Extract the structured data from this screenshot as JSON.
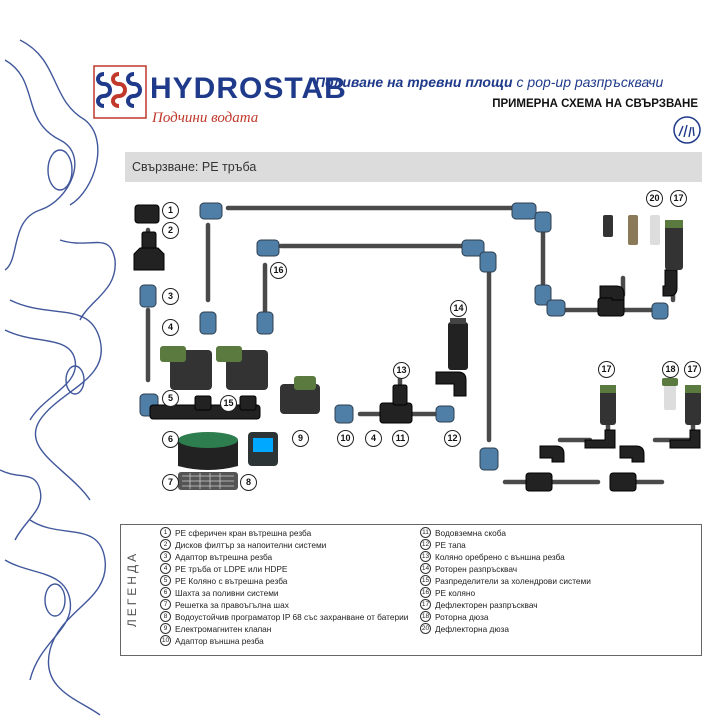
{
  "brand": {
    "name": "HYDROSTAB",
    "slogan": "Подчини водата"
  },
  "header": {
    "title_bold": "Поливане на тревни площи",
    "title_rest": " с pop-up разпръсквачи",
    "subtitle": "ПРИМЕРНА СХЕМА НА СВЪРЗВАНЕ"
  },
  "banner": {
    "text": "Свързване: PE тръба"
  },
  "legend": {
    "title": "ЛЕГЕНДА",
    "items": [
      {
        "num": "1",
        "text": "PE сферичен кран вътрешна резба"
      },
      {
        "num": "2",
        "text": "Дисков филтър за напоителни системи"
      },
      {
        "num": "3",
        "text": "Адаптор вътрешна резба"
      },
      {
        "num": "4",
        "text": "PE тръба от LDPE или HDPE"
      },
      {
        "num": "5",
        "text": "PE Коляно с вътрешна резба"
      },
      {
        "num": "6",
        "text": "Шахта за поливни системи"
      },
      {
        "num": "7",
        "text": "Решетка за правоъгълна шах"
      },
      {
        "num": "8",
        "text": "Водоустойчив програматор IP 68 със захранване от батерии"
      },
      {
        "num": "9",
        "text": "Електромагнитен клапан"
      },
      {
        "num": "10",
        "text": "Адаптор външна резба"
      },
      {
        "num": "11",
        "text": "Водовземна скоба"
      },
      {
        "num": "12",
        "text": "PE тапа"
      },
      {
        "num": "13",
        "text": "Коляно оребрено с външна резба"
      },
      {
        "num": "14",
        "text": "Роторен разпръсквач"
      },
      {
        "num": "15",
        "text": "Разпределители за холендрови системи"
      },
      {
        "num": "16",
        "text": "PE коляно"
      },
      {
        "num": "17",
        "text": "Дефлекторен разпръсквач"
      },
      {
        "num": "18",
        "text": "Роторна дюза"
      },
      {
        "num": "20",
        "text": "Дефлекторна дюза"
      }
    ]
  },
  "callouts": [
    "1",
    "2",
    "3",
    "4",
    "5",
    "6",
    "7",
    "8",
    "9",
    "10",
    "4",
    "11",
    "12",
    "13",
    "14",
    "15",
    "16",
    "17",
    "20",
    "17",
    "18",
    "17"
  ],
  "colors": {
    "brand_blue": "#1f3a8a",
    "brand_red": "#c0392b",
    "pipe": "#4a4a4a",
    "fitting_blue": "#4f7fa6",
    "valve_green": "#5b7a3f"
  }
}
